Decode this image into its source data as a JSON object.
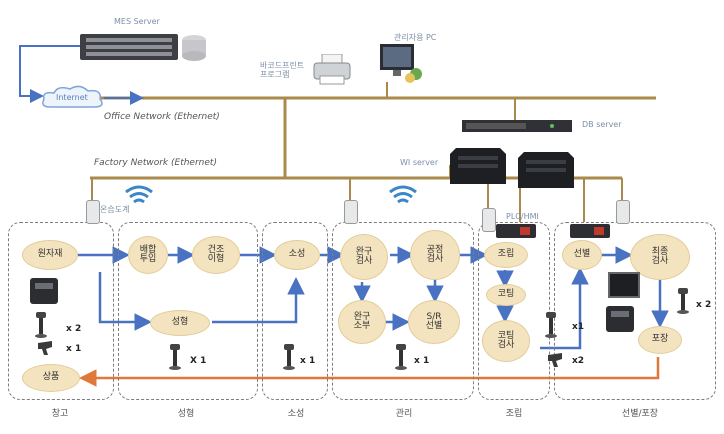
{
  "top": {
    "mes_server_label": "MES Server",
    "internet_label": "Internet",
    "printer_label": "바코드프린트 프로그램",
    "pc_label": "관리자용 PC",
    "db_server_label": "DB server",
    "wi_server_label": "WI server",
    "office_network_label": "Office Network (Ethernet)",
    "factory_network_label": "Factory Network (Ethernet)",
    "sensor_label": "온습도계",
    "plc_label": "PLC/HMI"
  },
  "process": {
    "nodes": {
      "receiving": "원자재",
      "blending_input": "배합\n투입",
      "drying": "건조\n이형",
      "forming": "성형",
      "firing": "소성",
      "cut_inspect": "완구\n검사",
      "quality_check": "공정\n검사",
      "sub_process": "완구\n소부",
      "rework": "S/R\n선별",
      "assembly": "조립",
      "coating": "코팅",
      "assy_final": "코팅\n검사",
      "sorting": "선별",
      "final_inspect": "최종\n검사",
      "packing": "포장",
      "product": "상품"
    },
    "multipliers": {
      "m1": "x 2",
      "m2": "x 1",
      "m3": "X 1",
      "m4": "x 1",
      "m5": "x 1",
      "m6": "x1",
      "m7": "x2",
      "m8": "x 2"
    }
  },
  "sections": {
    "s1": "창고",
    "s2": "성형",
    "s3": "소성",
    "s4": "관리",
    "s5": "조립",
    "s6": "선별/포장"
  },
  "colors": {
    "network_line": "#a98a4c",
    "flow_arrow": "#4a72c2",
    "return_arrow": "#e0783a",
    "node_fill": "#f3e3bf",
    "wifi": "#3a86c8"
  }
}
